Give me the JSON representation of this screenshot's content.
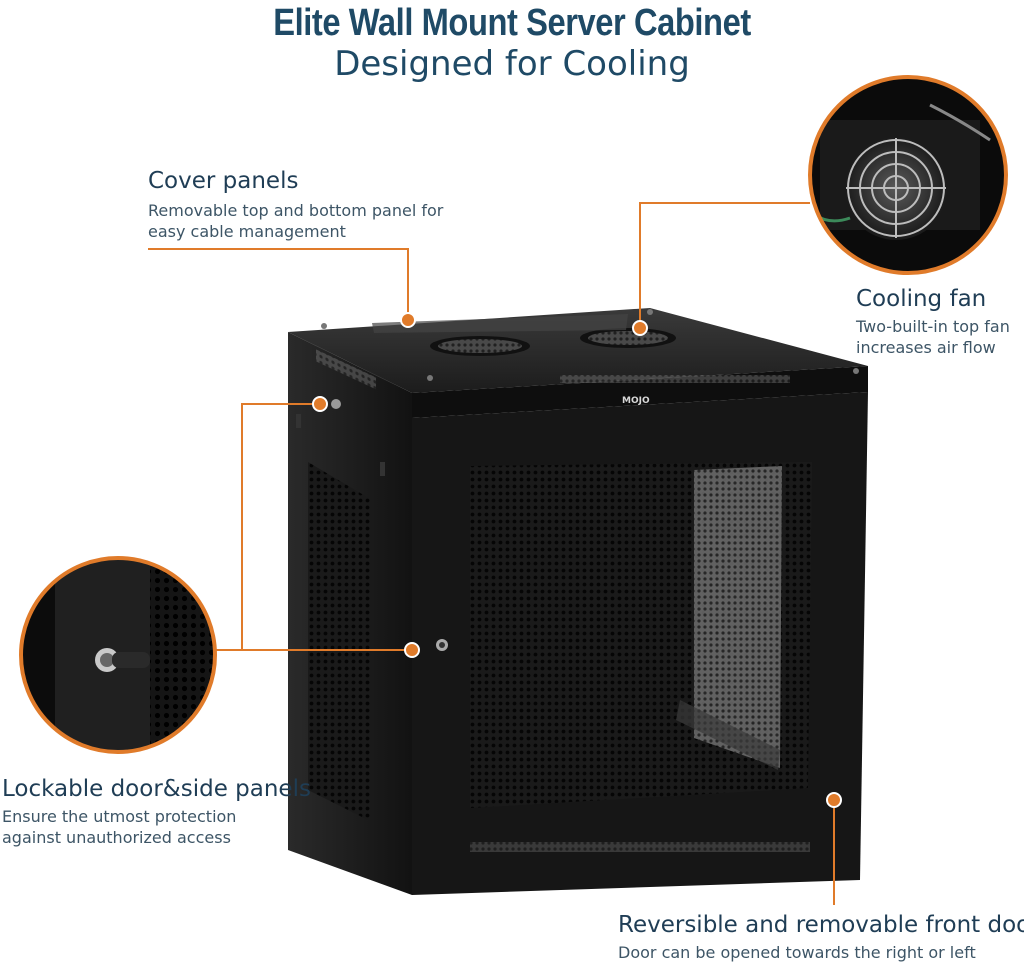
{
  "header": {
    "title": "Elite Wall Mount Server Cabinet",
    "subtitle": "Designed for Cooling"
  },
  "product": {
    "brand_logo": "MOJO"
  },
  "features": {
    "cover_panels": {
      "title": "Cover panels",
      "desc_line1": "Removable top and bottom panel for",
      "desc_line2": "easy cable management"
    },
    "cooling_fan": {
      "title": "Cooling fan",
      "desc_line1": "Two-built-in top fan",
      "desc_line2": "increases air flow"
    },
    "lockable": {
      "title": "Lockable door&side panels",
      "desc_line1": "Ensure the utmost protection",
      "desc_line2": "against unauthorized access"
    },
    "front_door": {
      "title": "Reversible and removable front door",
      "desc_line1": "Door can be opened towards the right or left"
    }
  },
  "colors": {
    "accent": "#e07b2a",
    "heading": "#1f4a66",
    "cabinet": "#141414"
  },
  "icons": [
    "fan-detail-photo",
    "lock-detail-photo"
  ]
}
